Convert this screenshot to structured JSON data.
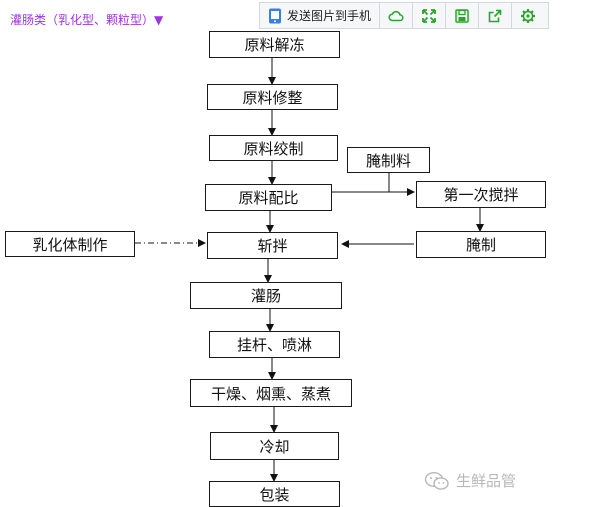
{
  "caption": "灌肠类（乳化型、颗粒型）▼",
  "toolbar": {
    "send_label": "发送图片到手机",
    "icons": [
      "send-phone-icon",
      "cloud-icon",
      "expand-icon",
      "save-icon",
      "share-icon",
      "gear-icon"
    ],
    "accent": "#2aa52a"
  },
  "flow": {
    "raw_thaw": "原料解冻",
    "raw_trim": "原料修整",
    "raw_mince": "原料绞制",
    "curing_agent": "腌制料",
    "raw_ratio": "原料配比",
    "first_mix": "第一次搅拌",
    "emulsion": "乳化体制作",
    "chop": "斩拌",
    "cure": "腌制",
    "stuff": "灌肠",
    "hang": "挂杆、喷淋",
    "dry": "干燥、烟熏、蒸煮",
    "cool": "冷却",
    "pack": "包装"
  },
  "watermark": "生鲜品管"
}
